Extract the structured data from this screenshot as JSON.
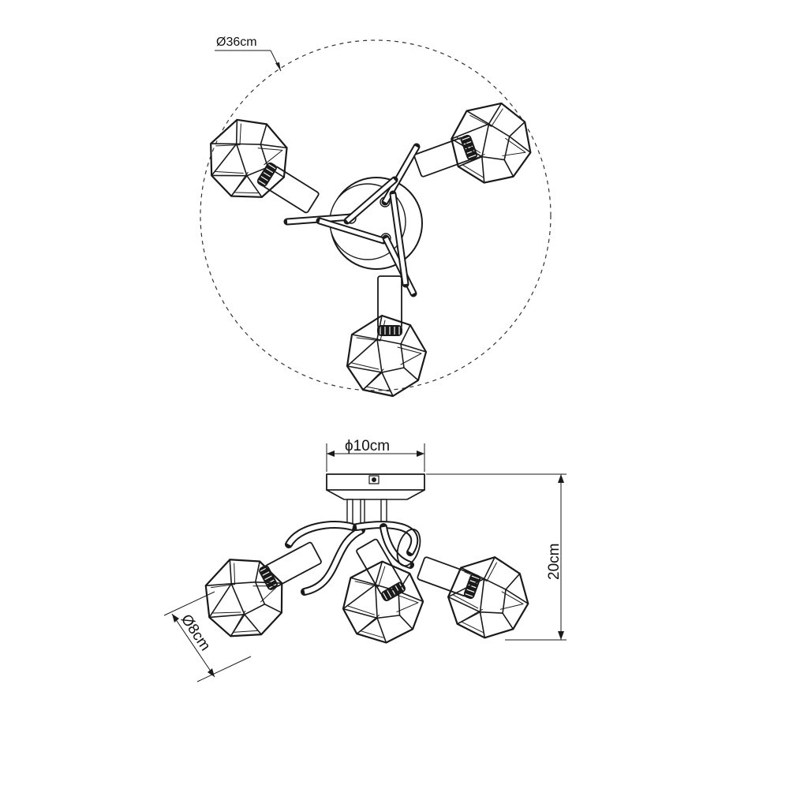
{
  "dimensions": {
    "top_view_diameter": "Ø36cm",
    "base_diameter": "ϕ10cm",
    "height": "20cm",
    "shade_diameter": "Ø8cm"
  },
  "colors": {
    "line": "#1a1a1a",
    "background": "#ffffff"
  }
}
